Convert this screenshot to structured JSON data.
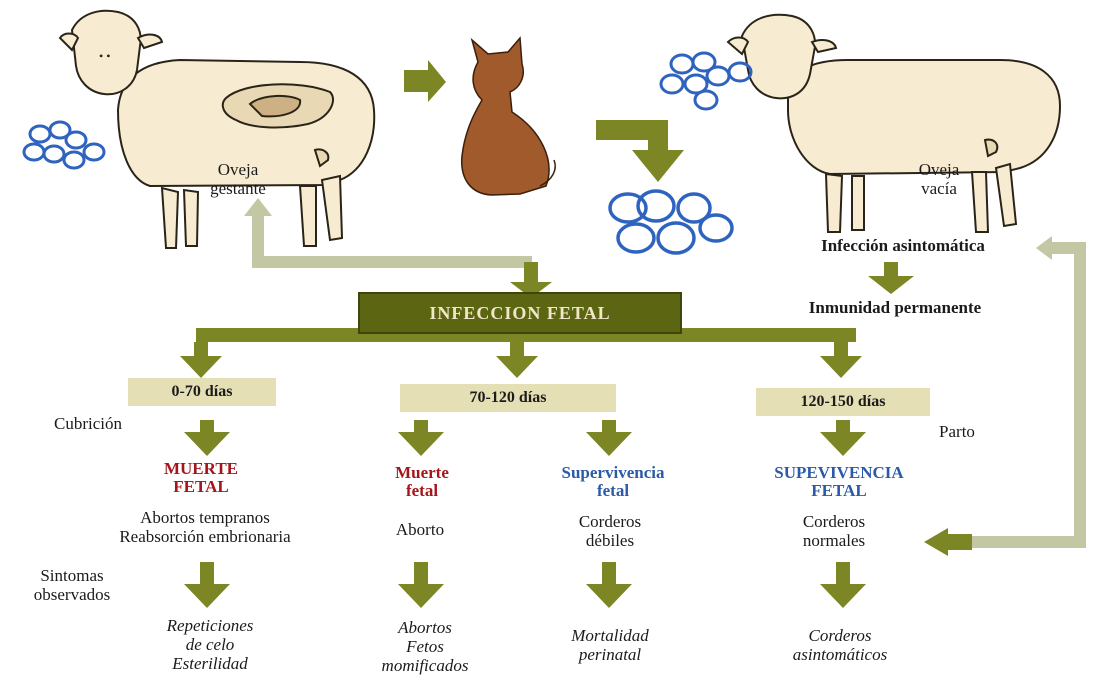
{
  "colors": {
    "arrow": "#7d8624",
    "arrow_light": "#c4c7a3",
    "banner": "#5c6512",
    "stage_box": "#e5dfb5",
    "red_text": "#a5151b",
    "blue_text": "#2b5aa8",
    "oocyst": "#2f63c0",
    "sheep_fill": "#f7ecd2",
    "cat": "#a15a2c"
  },
  "icons": [
    "sheep-icon",
    "cat-icon",
    "oocyst-icon"
  ],
  "top": {
    "pregnant_sheep": {
      "line1": "Oveja",
      "line2": "gestante"
    },
    "empty_sheep": {
      "line1": "Oveja",
      "line2": "vacía"
    },
    "asymptomatic": "Infección asintomática",
    "immunity": "Inmunidad permanente",
    "banner": "INFECCION FETAL"
  },
  "stages": [
    {
      "label": "0-70 días"
    },
    {
      "label": "70-120 días"
    },
    {
      "label": "120-150 días"
    }
  ],
  "side_labels": {
    "cubricion": "Cubrición",
    "parto": "Parto",
    "sintomas1": "Sintomas",
    "sintomas2": "observados"
  },
  "outcomes": {
    "muerte_fetal_upper": {
      "line1": "MUERTE",
      "line2": "FETAL"
    },
    "muerte_fetal_lower": {
      "line1": "Muerte",
      "line2": "fetal"
    },
    "supervivencia": {
      "line1": "Supervivencia",
      "line2": "fetal"
    },
    "supevivencia_upper": {
      "line1": "SUPEVIVENCIA",
      "line2": "FETAL"
    }
  },
  "effects": {
    "col1": {
      "line1": "Abortos tempranos",
      "line2": "Reabsorción embrionaria"
    },
    "col2": {
      "line1": "Aborto"
    },
    "col3": {
      "line1": "Corderos",
      "line2": "débiles"
    },
    "col4": {
      "line1": "Corderos",
      "line2": "normales"
    }
  },
  "results": {
    "col1": {
      "line1": "Repeticiones",
      "line2": "de celo",
      "line3": "Esterilidad"
    },
    "col2": {
      "line1": "Abortos",
      "line2": "Fetos",
      "line3": "momificados"
    },
    "col3": {
      "line1": "Mortalidad",
      "line2": "perinatal"
    },
    "col4": {
      "line1": "Corderos",
      "line2": "asintomáticos"
    }
  }
}
